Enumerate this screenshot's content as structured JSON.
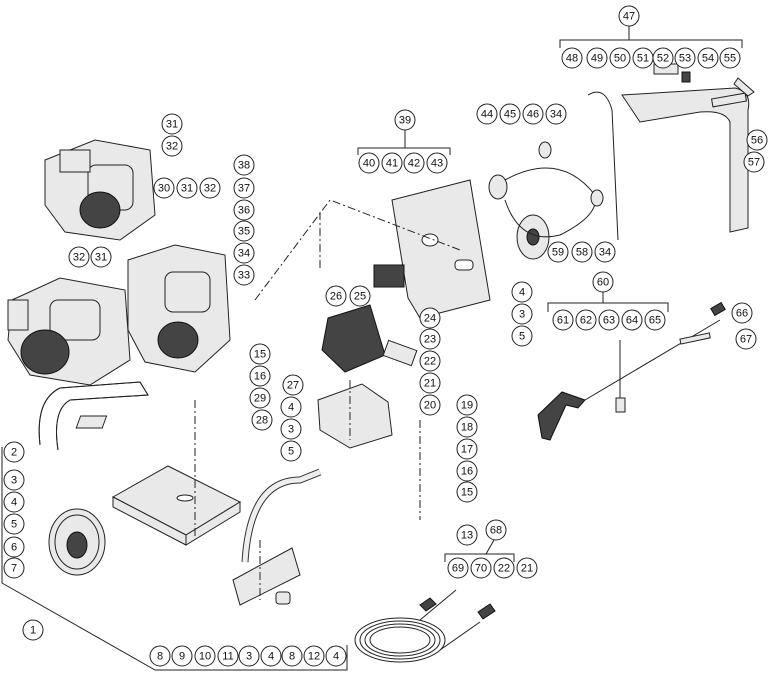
{
  "diagram": {
    "type": "exploded-parts-diagram",
    "callouts": [
      "47",
      "48",
      "49",
      "50",
      "51",
      "52",
      "53",
      "54",
      "55",
      "56",
      "57",
      "31",
      "32",
      "39",
      "40",
      "41",
      "42",
      "43",
      "44",
      "45",
      "46",
      "34",
      "38",
      "37",
      "36",
      "35",
      "34",
      "33",
      "30",
      "31",
      "32",
      "32",
      "31",
      "59",
      "58",
      "34",
      "26",
      "25",
      "4",
      "3",
      "5",
      "60",
      "61",
      "62",
      "63",
      "64",
      "65",
      "66",
      "67",
      "24",
      "23",
      "22",
      "21",
      "20",
      "15",
      "16",
      "29",
      "27",
      "4",
      "3",
      "5",
      "28",
      "19",
      "18",
      "17",
      "16",
      "15",
      "13",
      "2",
      "3",
      "4",
      "5",
      "6",
      "7",
      "68",
      "69",
      "70",
      "22",
      "21",
      "1",
      "8",
      "9",
      "10",
      "11",
      "3",
      "4",
      "8",
      "12",
      "4"
    ]
  }
}
